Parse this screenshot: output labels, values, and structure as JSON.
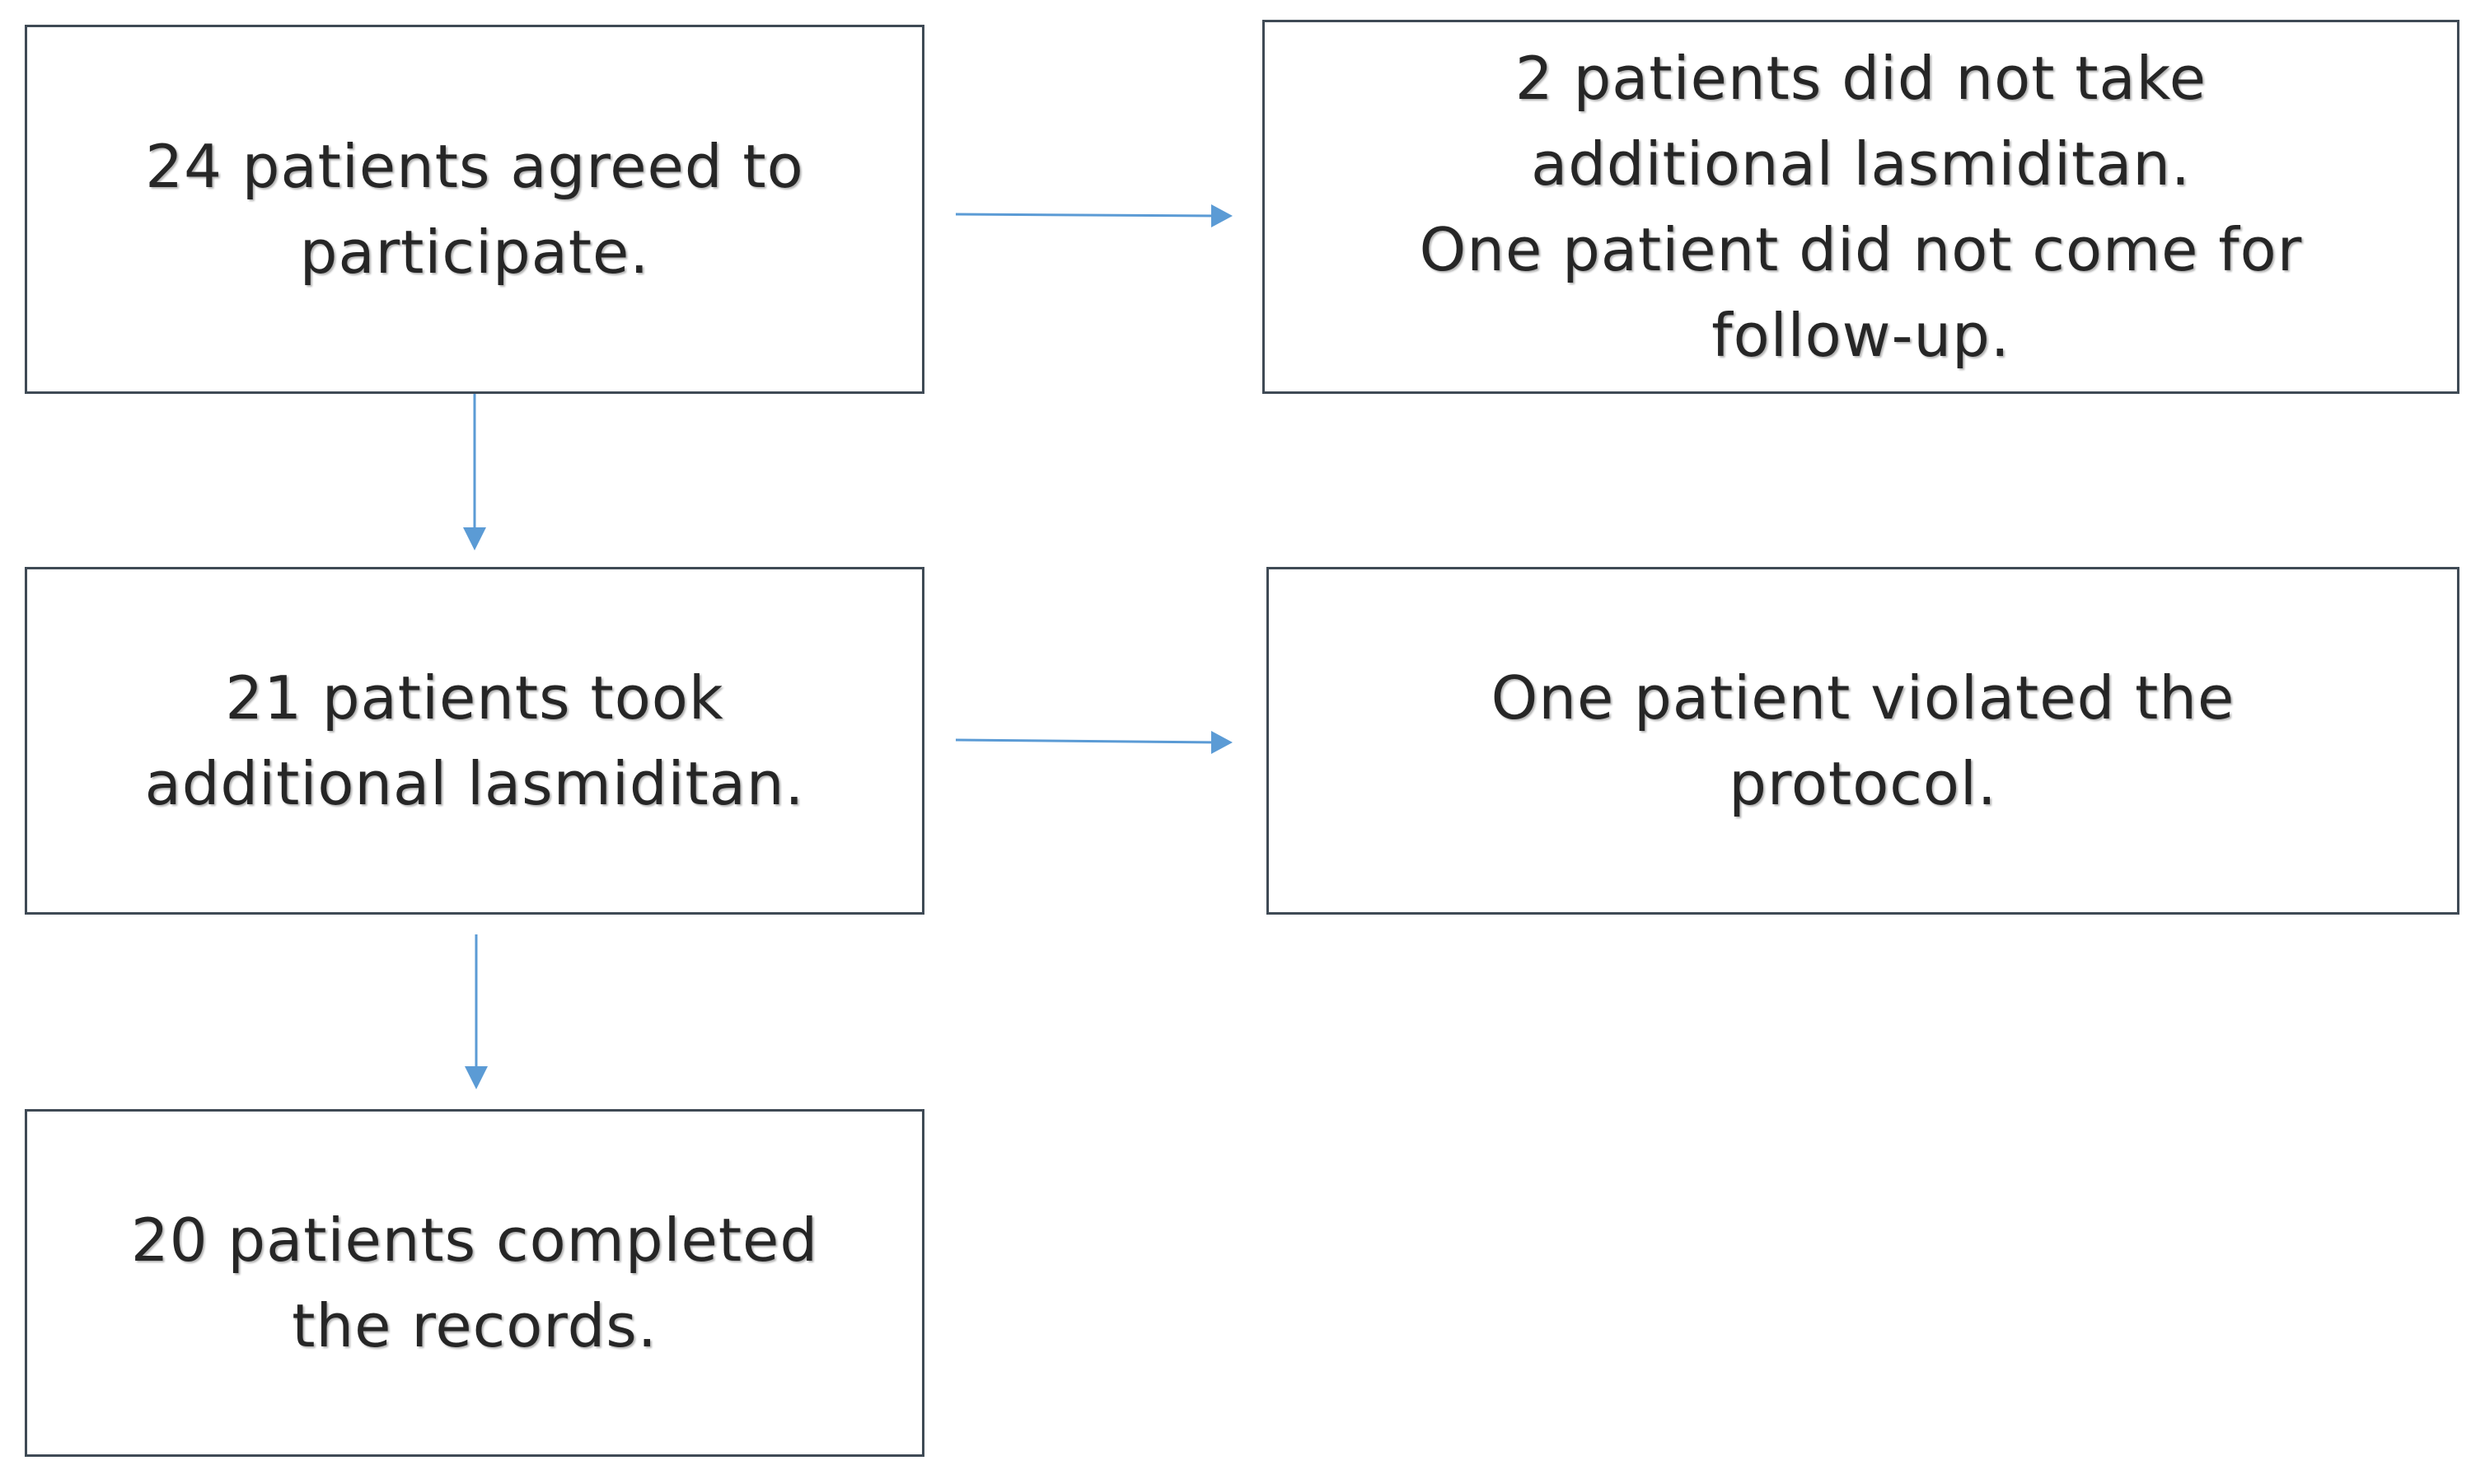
{
  "diagram": {
    "type": "flowchart",
    "boxes": {
      "enrolled": {
        "lines": [
          "24 patients agreed to",
          "participate."
        ]
      },
      "excluded_1": {
        "lines": [
          "2 patients did not take",
          "additional lasmiditan.",
          "One patient did not come for",
          "follow-up."
        ]
      },
      "took": {
        "lines": [
          "21 patients took",
          "additional lasmiditan."
        ]
      },
      "excluded_2": {
        "lines": [
          "One patient violated the",
          "protocol."
        ]
      },
      "completed": {
        "lines": [
          "20 patients completed",
          "the records."
        ]
      }
    },
    "connections": [
      {
        "from": "enrolled",
        "to": "excluded_1"
      },
      {
        "from": "enrolled",
        "to": "took"
      },
      {
        "from": "took",
        "to": "excluded_2"
      },
      {
        "from": "took",
        "to": "completed"
      }
    ],
    "colors": {
      "arrow": "#5b9bd5",
      "box_border": "#3f4a55",
      "text": "#262626"
    }
  }
}
